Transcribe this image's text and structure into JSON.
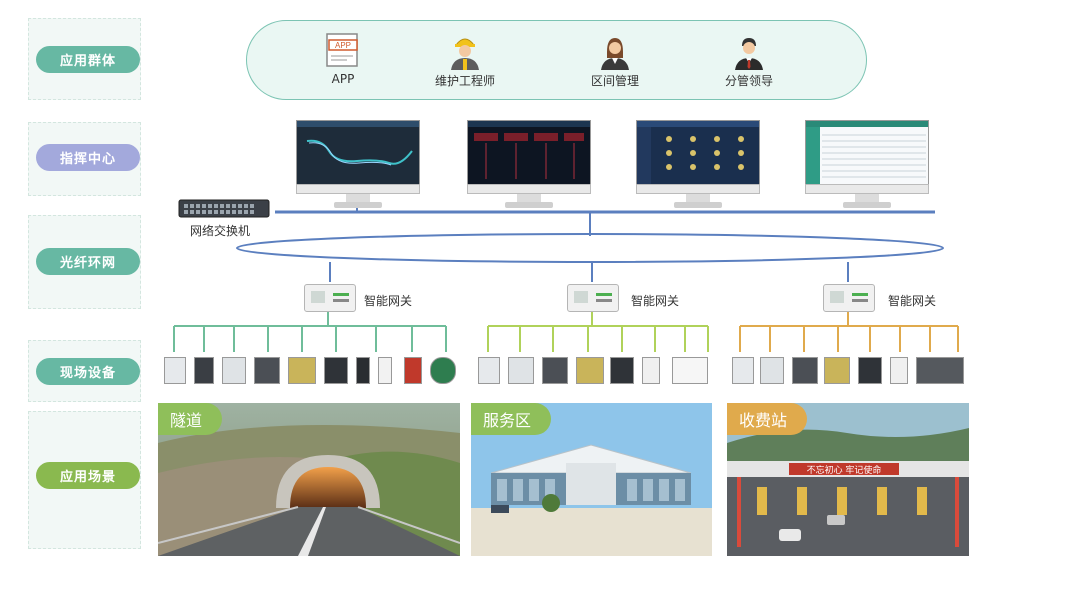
{
  "colors": {
    "teal": "#67b8a3",
    "lavender": "#a3a9dc",
    "gateway_green": "#8ab94f",
    "scene_label_green": "#8fbf5a",
    "network_blue": "#5b7fbf",
    "tree_green": "#6fbd9a",
    "tree_lime": "#b0d25a",
    "tree_orange": "#e0aa4c"
  },
  "lanes": [
    {
      "label": "应用群体",
      "color": "#67b8a3"
    },
    {
      "label": "指挥中心",
      "color": "#a3a9dc"
    },
    {
      "label": "光纤环网",
      "color": "#67b8a3"
    },
    {
      "label": "现场设备",
      "color": "#67b8a3"
    },
    {
      "label": "应用场景",
      "color": "#8ab94f"
    }
  ],
  "users": [
    {
      "label": "APP",
      "icon": "app-icon"
    },
    {
      "label": "维护工程师",
      "icon": "engineer-icon"
    },
    {
      "label": "区间管理",
      "icon": "manager-woman-icon"
    },
    {
      "label": "分管领导",
      "icon": "leader-icon"
    }
  ],
  "app_icon_text": "APP",
  "switch_label": "网络交换机",
  "gateway_label": "智能网关",
  "scenes": [
    {
      "label": "隧道",
      "tag_color": "#8fbf5a"
    },
    {
      "label": "服务区",
      "tag_color": "#8fbf5a"
    },
    {
      "label": "收费站",
      "tag_color": "#e0aa4c"
    }
  ],
  "banner_text": "不忘初心 牢记使命"
}
